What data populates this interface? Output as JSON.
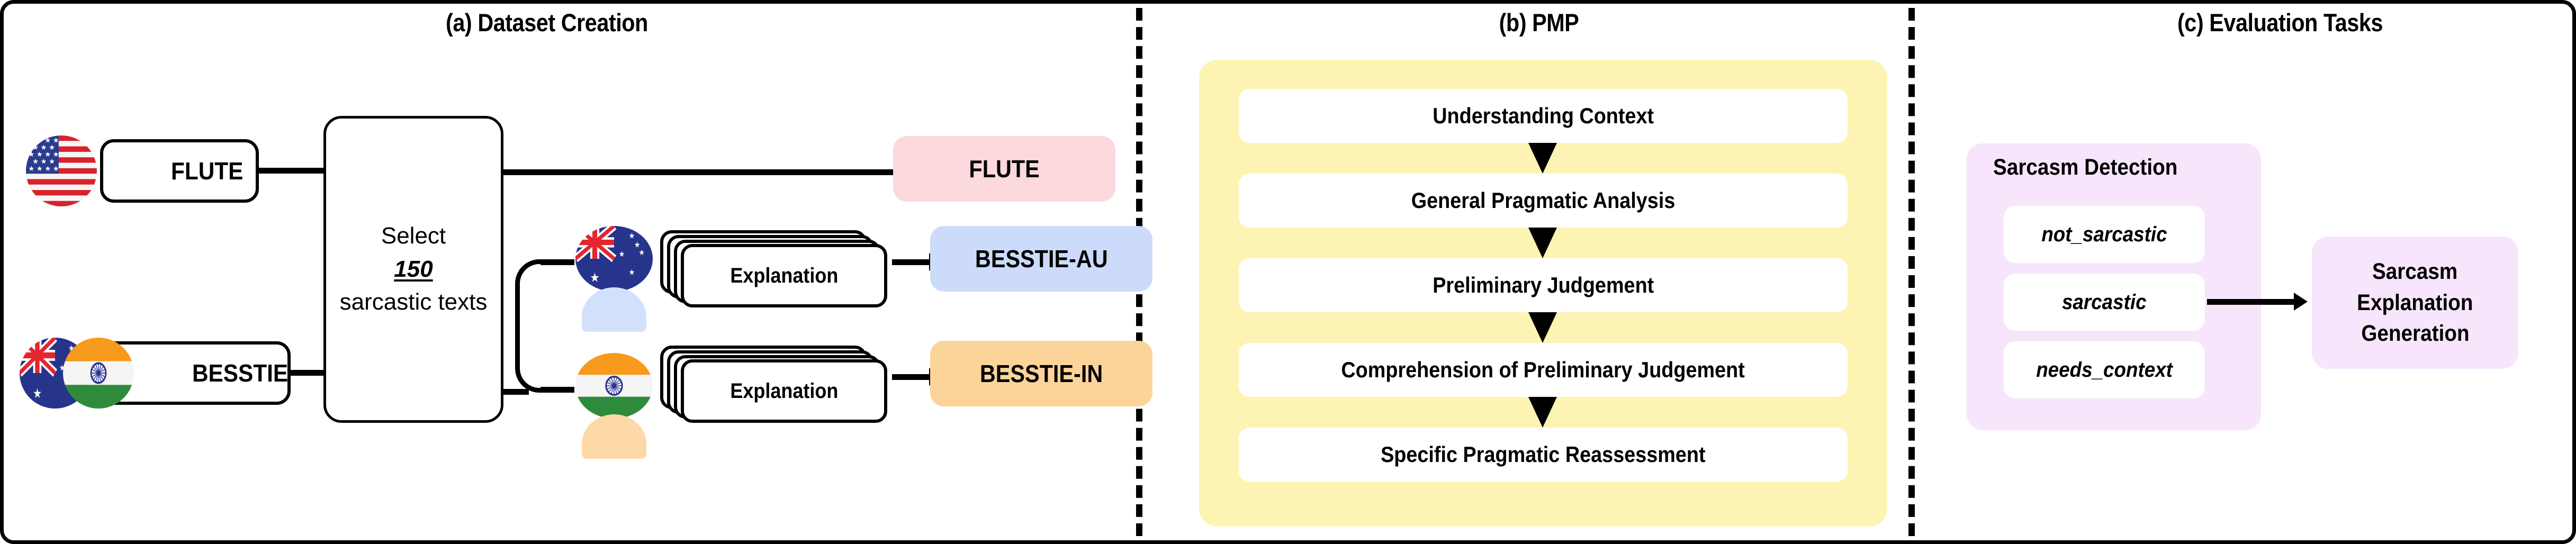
{
  "figure": {
    "panels": [
      {
        "id": "a",
        "title": "(a) Dataset Creation"
      },
      {
        "id": "b",
        "title": "(b) PMP"
      },
      {
        "id": "c",
        "title": "(c) Evaluation Tasks"
      }
    ]
  },
  "dataset_creation": {
    "inputs": [
      {
        "label": "FLUTE",
        "flag": "us-flag-icon"
      },
      {
        "label": "BESSTIE",
        "flag": "au-in-flag-icon"
      }
    ],
    "select_box": {
      "line1": "Select",
      "number": "150",
      "line3": "sarcastic texts"
    },
    "annotators": [
      {
        "flag": "au-flag-icon",
        "body_color": "#d2e1fb",
        "explanation_label": "Explanation"
      },
      {
        "flag": "in-flag-icon",
        "body_color": "#fcd9a6",
        "explanation_label": "Explanation"
      }
    ],
    "outputs": [
      {
        "label": "FLUTE",
        "color": "#fbd9dd"
      },
      {
        "label": "BESSTIE-AU",
        "color": "#ccdbf9"
      },
      {
        "label": "BESSTIE-IN",
        "color": "#fcd49a"
      }
    ]
  },
  "pmp": {
    "panel_color": "#fdf4b4",
    "steps": [
      "Understanding Context",
      "General Pragmatic Analysis",
      "Preliminary Judgement",
      "Comprehension of Preliminary Judgement",
      "Specific Pragmatic Reassessment"
    ]
  },
  "evaluation_tasks": {
    "group_color": "#f7e6fb",
    "sarcasm_detection": {
      "title": "Sarcasm Detection",
      "labels": [
        "not_sarcastic",
        "sarcastic",
        "needs_context"
      ]
    },
    "sarcasm_explanation_generation": {
      "line1": "Sarcasm",
      "line2": "Explanation",
      "line3": "Generation"
    }
  }
}
